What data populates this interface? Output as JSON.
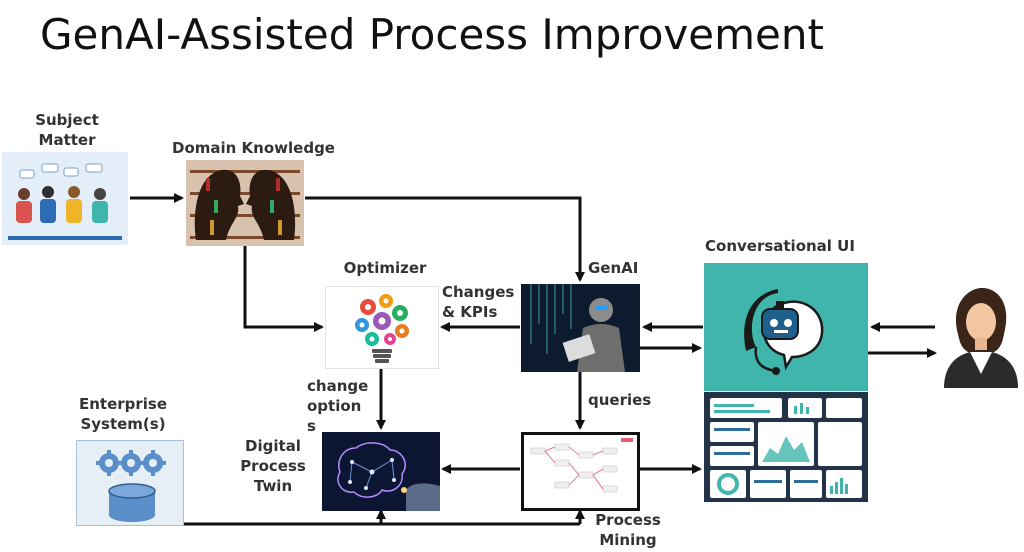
{
  "title": "GenAI-Assisted Process Improvement",
  "labels": {
    "subject_matter_line1": "Subject",
    "subject_matter_line2": "Matter",
    "domain_knowledge": "Domain Knowledge",
    "optimizer": "Optimizer",
    "genai": "GenAI",
    "conversational_ui": "Conversational UI",
    "changes_kpis_line1": "Changes",
    "changes_kpis_line2": "& KPIs",
    "change_options_line1": "change",
    "change_options_line2": "option",
    "change_options_line3": "s",
    "queries": "queries",
    "enterprise_line1": "Enterprise",
    "enterprise_line2": "System(s)",
    "digital_twin_line1": "Digital",
    "digital_twin_line2": "Process",
    "digital_twin_line3": "Twin",
    "process_mining_line1": "Process",
    "process_mining_line2": "Mining"
  },
  "colors": {
    "teal": "#3fb5ab",
    "arrow": "#111111",
    "enterprise_bg": "#e6eef6",
    "gear_blue": "#5b8fc9"
  }
}
